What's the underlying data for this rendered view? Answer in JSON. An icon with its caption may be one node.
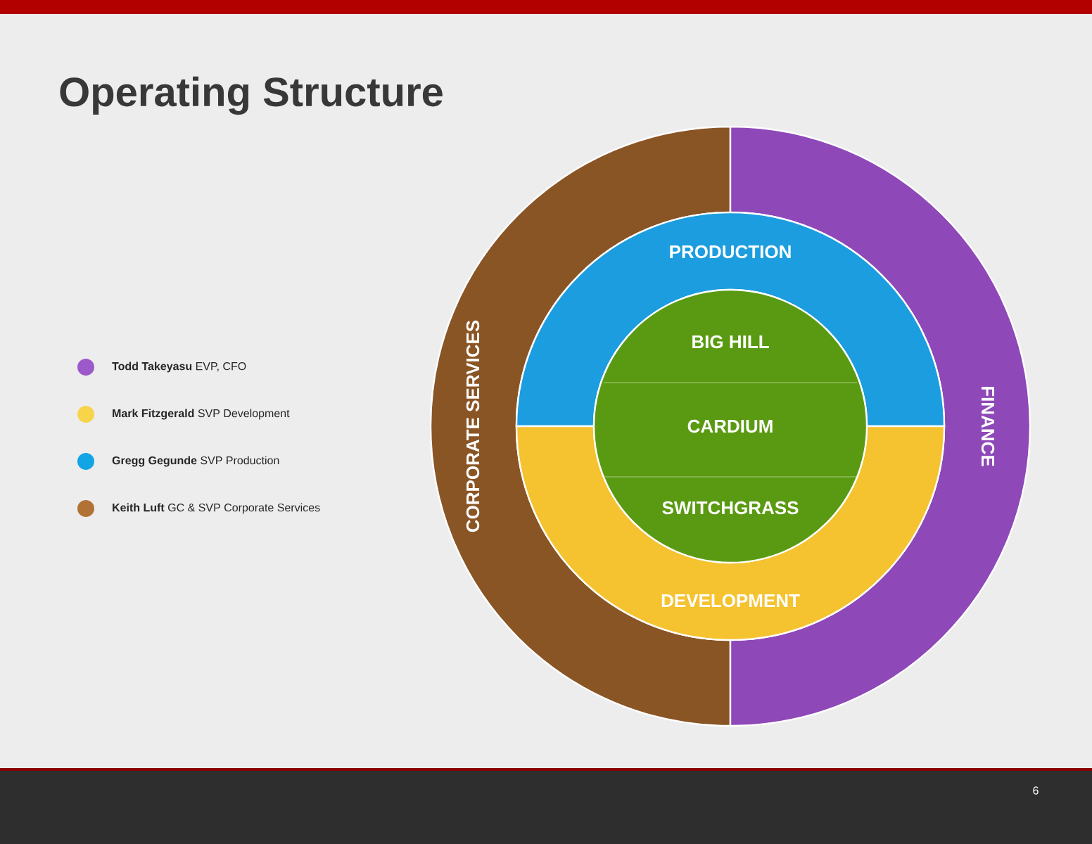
{
  "diagram": {
    "title": "Operating Structure",
    "nodes": [
      {
        "text": [
          "CORPORATE SERVICES"
        ]
      },
      {
        "text": [
          "FINANCE"
        ]
      },
      {
        "text": [
          "PRODUCTION"
        ]
      },
      {
        "text": [
          "DEVELOPMENT"
        ]
      },
      {
        "text": [
          "BIG HILL",
          "CARDIUM",
          "SWITCHGRASS"
        ]
      }
    ],
    "labels": [
      "6"
    ],
    "legend": [
      {
        "text": "**Todd Takeyasu** EVP, CFO",
        "color": "#9b59c9"
      },
      {
        "text": "**Mark Fitzgerald** SVP Development",
        "color": "#f7d44a"
      },
      {
        "text": "**Gregg Gegunde** SVP Production",
        "color": "#12a5e6"
      },
      {
        "text": "**Keith Luft** GC & SVP Corporate Services",
        "color": "#b27236"
      }
    ]
  }
}
